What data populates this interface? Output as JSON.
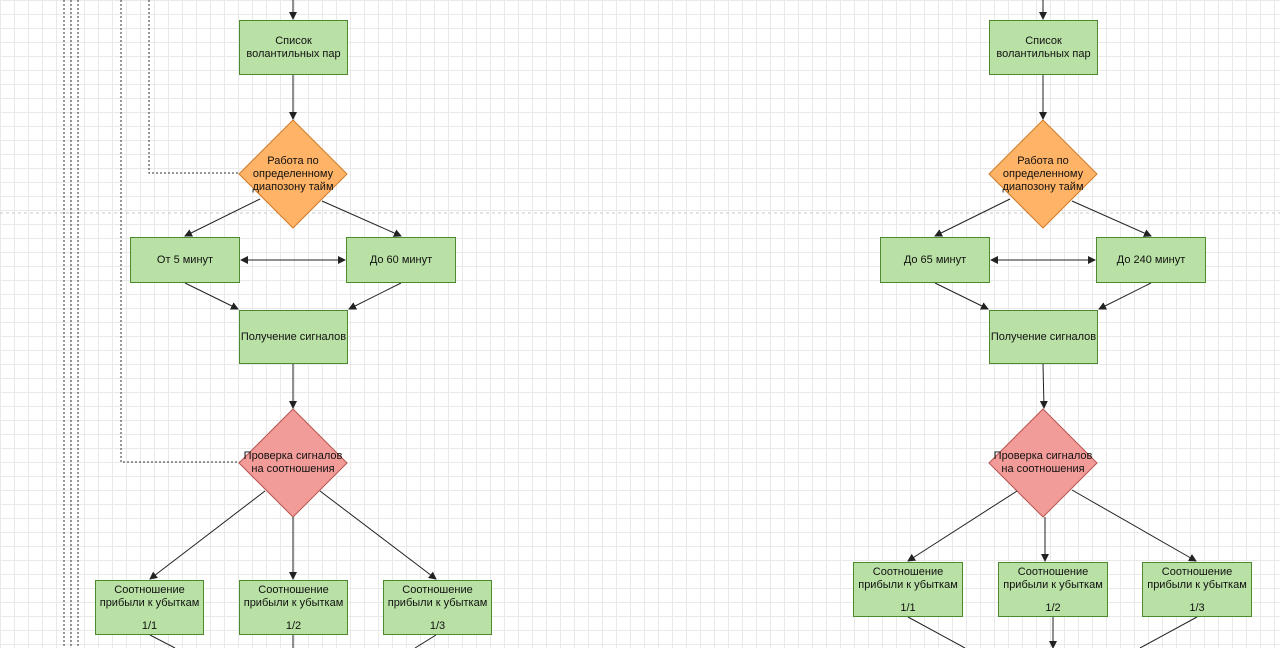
{
  "colors": {
    "process_fill": "#b9e0a5",
    "process_border": "#4d8a2f",
    "decision_time_fill": "#ffb366",
    "decision_time_border": "#d07a2a",
    "decision_check_fill": "#f19c99",
    "decision_check_border": "#b85450",
    "grid": "#e9e9e9",
    "edge": "#222222"
  },
  "left": {
    "pairs_list": "Список волантильных пар",
    "time_range": "Работа по определенному диапозону тайм",
    "range_from": "От 5 минут",
    "range_to": "До 60 минут",
    "get_signals": "Получение сигналов",
    "check_signals": "Проверка сигналов на соотношения",
    "ratios": [
      {
        "label": "Соотношение прибыли к убыткам",
        "value": "1/1"
      },
      {
        "label": "Соотношение прибыли к убыткам",
        "value": "1/2"
      },
      {
        "label": "Соотношение прибыли к убыткам",
        "value": "1/3"
      }
    ]
  },
  "right": {
    "pairs_list": "Список волантильных пар",
    "time_range": "Работа по определенному диапозону тайм",
    "range_from": "До 65 минут",
    "range_to": "До 240 минут",
    "get_signals": "Получение сигналов",
    "check_signals": "Проверка сигналов на соотношения",
    "ratios": [
      {
        "label": "Соотношение прибыли к убыткам",
        "value": "1/1"
      },
      {
        "label": "Соотношение прибыли к убыткам",
        "value": "1/2"
      },
      {
        "label": "Соотношение прибыли к убыткам",
        "value": "1/3"
      }
    ]
  }
}
